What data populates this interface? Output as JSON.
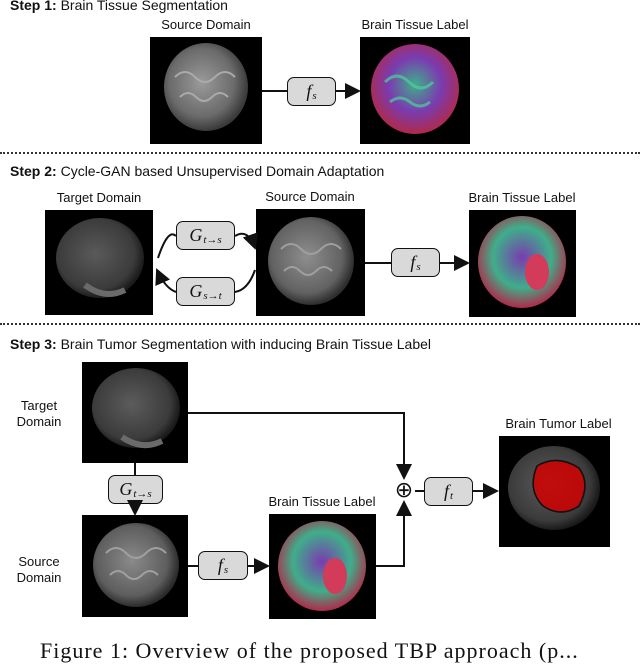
{
  "steps": {
    "s1": {
      "num": "Step 1:",
      "title": "Brain Tissue Segmentation"
    },
    "s2": {
      "num": "Step 2:",
      "title": "Cycle-GAN based Unsupervised Domain Adaptation"
    },
    "s3": {
      "num": "Step 3:",
      "title": "Brain Tumor Segmentation with inducing Brain Tissue Label"
    }
  },
  "labels": {
    "source_domain": "Source Domain",
    "target_domain": "Target Domain",
    "brain_tissue_label": "Brain Tissue Label",
    "brain_tumor_label": "Brain Tumor Label",
    "target_domain_stacked": [
      "Target",
      "Domain"
    ],
    "source_domain_stacked": [
      "Source",
      "Domain"
    ]
  },
  "functions": {
    "fs": {
      "base": "f",
      "sub": "s"
    },
    "ft": {
      "base": "f",
      "sub": "t"
    },
    "g_ts": {
      "base": "G",
      "sub": "t→s"
    },
    "g_st": {
      "base": "G",
      "sub": "s→t"
    }
  },
  "symbols": {
    "oplus": "⊕"
  },
  "caption": "Figure 1: Overview of the proposed TBP approach (p..."
}
